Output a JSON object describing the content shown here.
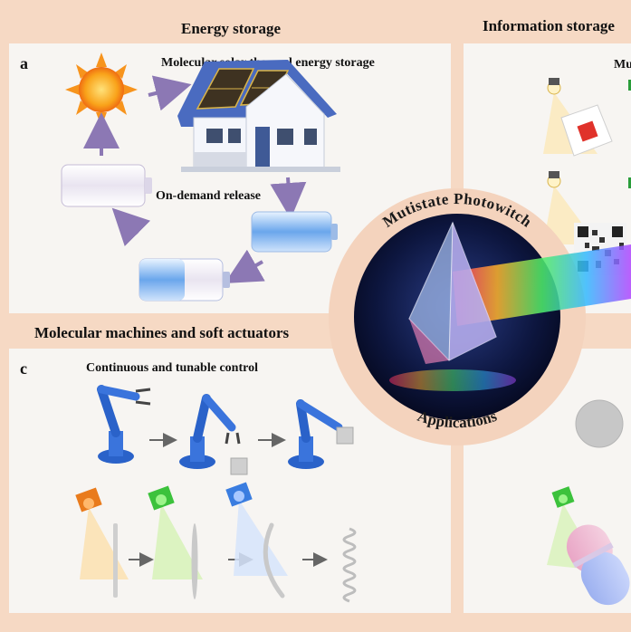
{
  "sections": {
    "energy": {
      "title": "Energy storage",
      "letter": "a",
      "subtitle": "Molecular solar thermal energy storage",
      "release_label": "On-demand release"
    },
    "information": {
      "title": "Information storage",
      "subtitle_partial": "Mu"
    },
    "machines": {
      "title": "Molecular machines and soft actuators",
      "letter": "c",
      "subtitle": "Continuous and tunable control"
    }
  },
  "center": {
    "top_text": "Mutistate Photowitch",
    "bottom_text": "Applications"
  },
  "colors": {
    "background": "#f6d9c4",
    "panel": "#f7f5f2",
    "arrow": "#8c78b4",
    "robot": "#2a62c9",
    "lamp_orange": "#e97b1c",
    "lamp_green": "#3cc23c",
    "lamp_blue": "#3a7de0"
  },
  "icons": [
    "sun-icon",
    "house-icon",
    "battery-icon",
    "robot-arm-icon",
    "lamp-icon",
    "qr-code-icon",
    "capsule-icon",
    "prism-icon"
  ]
}
